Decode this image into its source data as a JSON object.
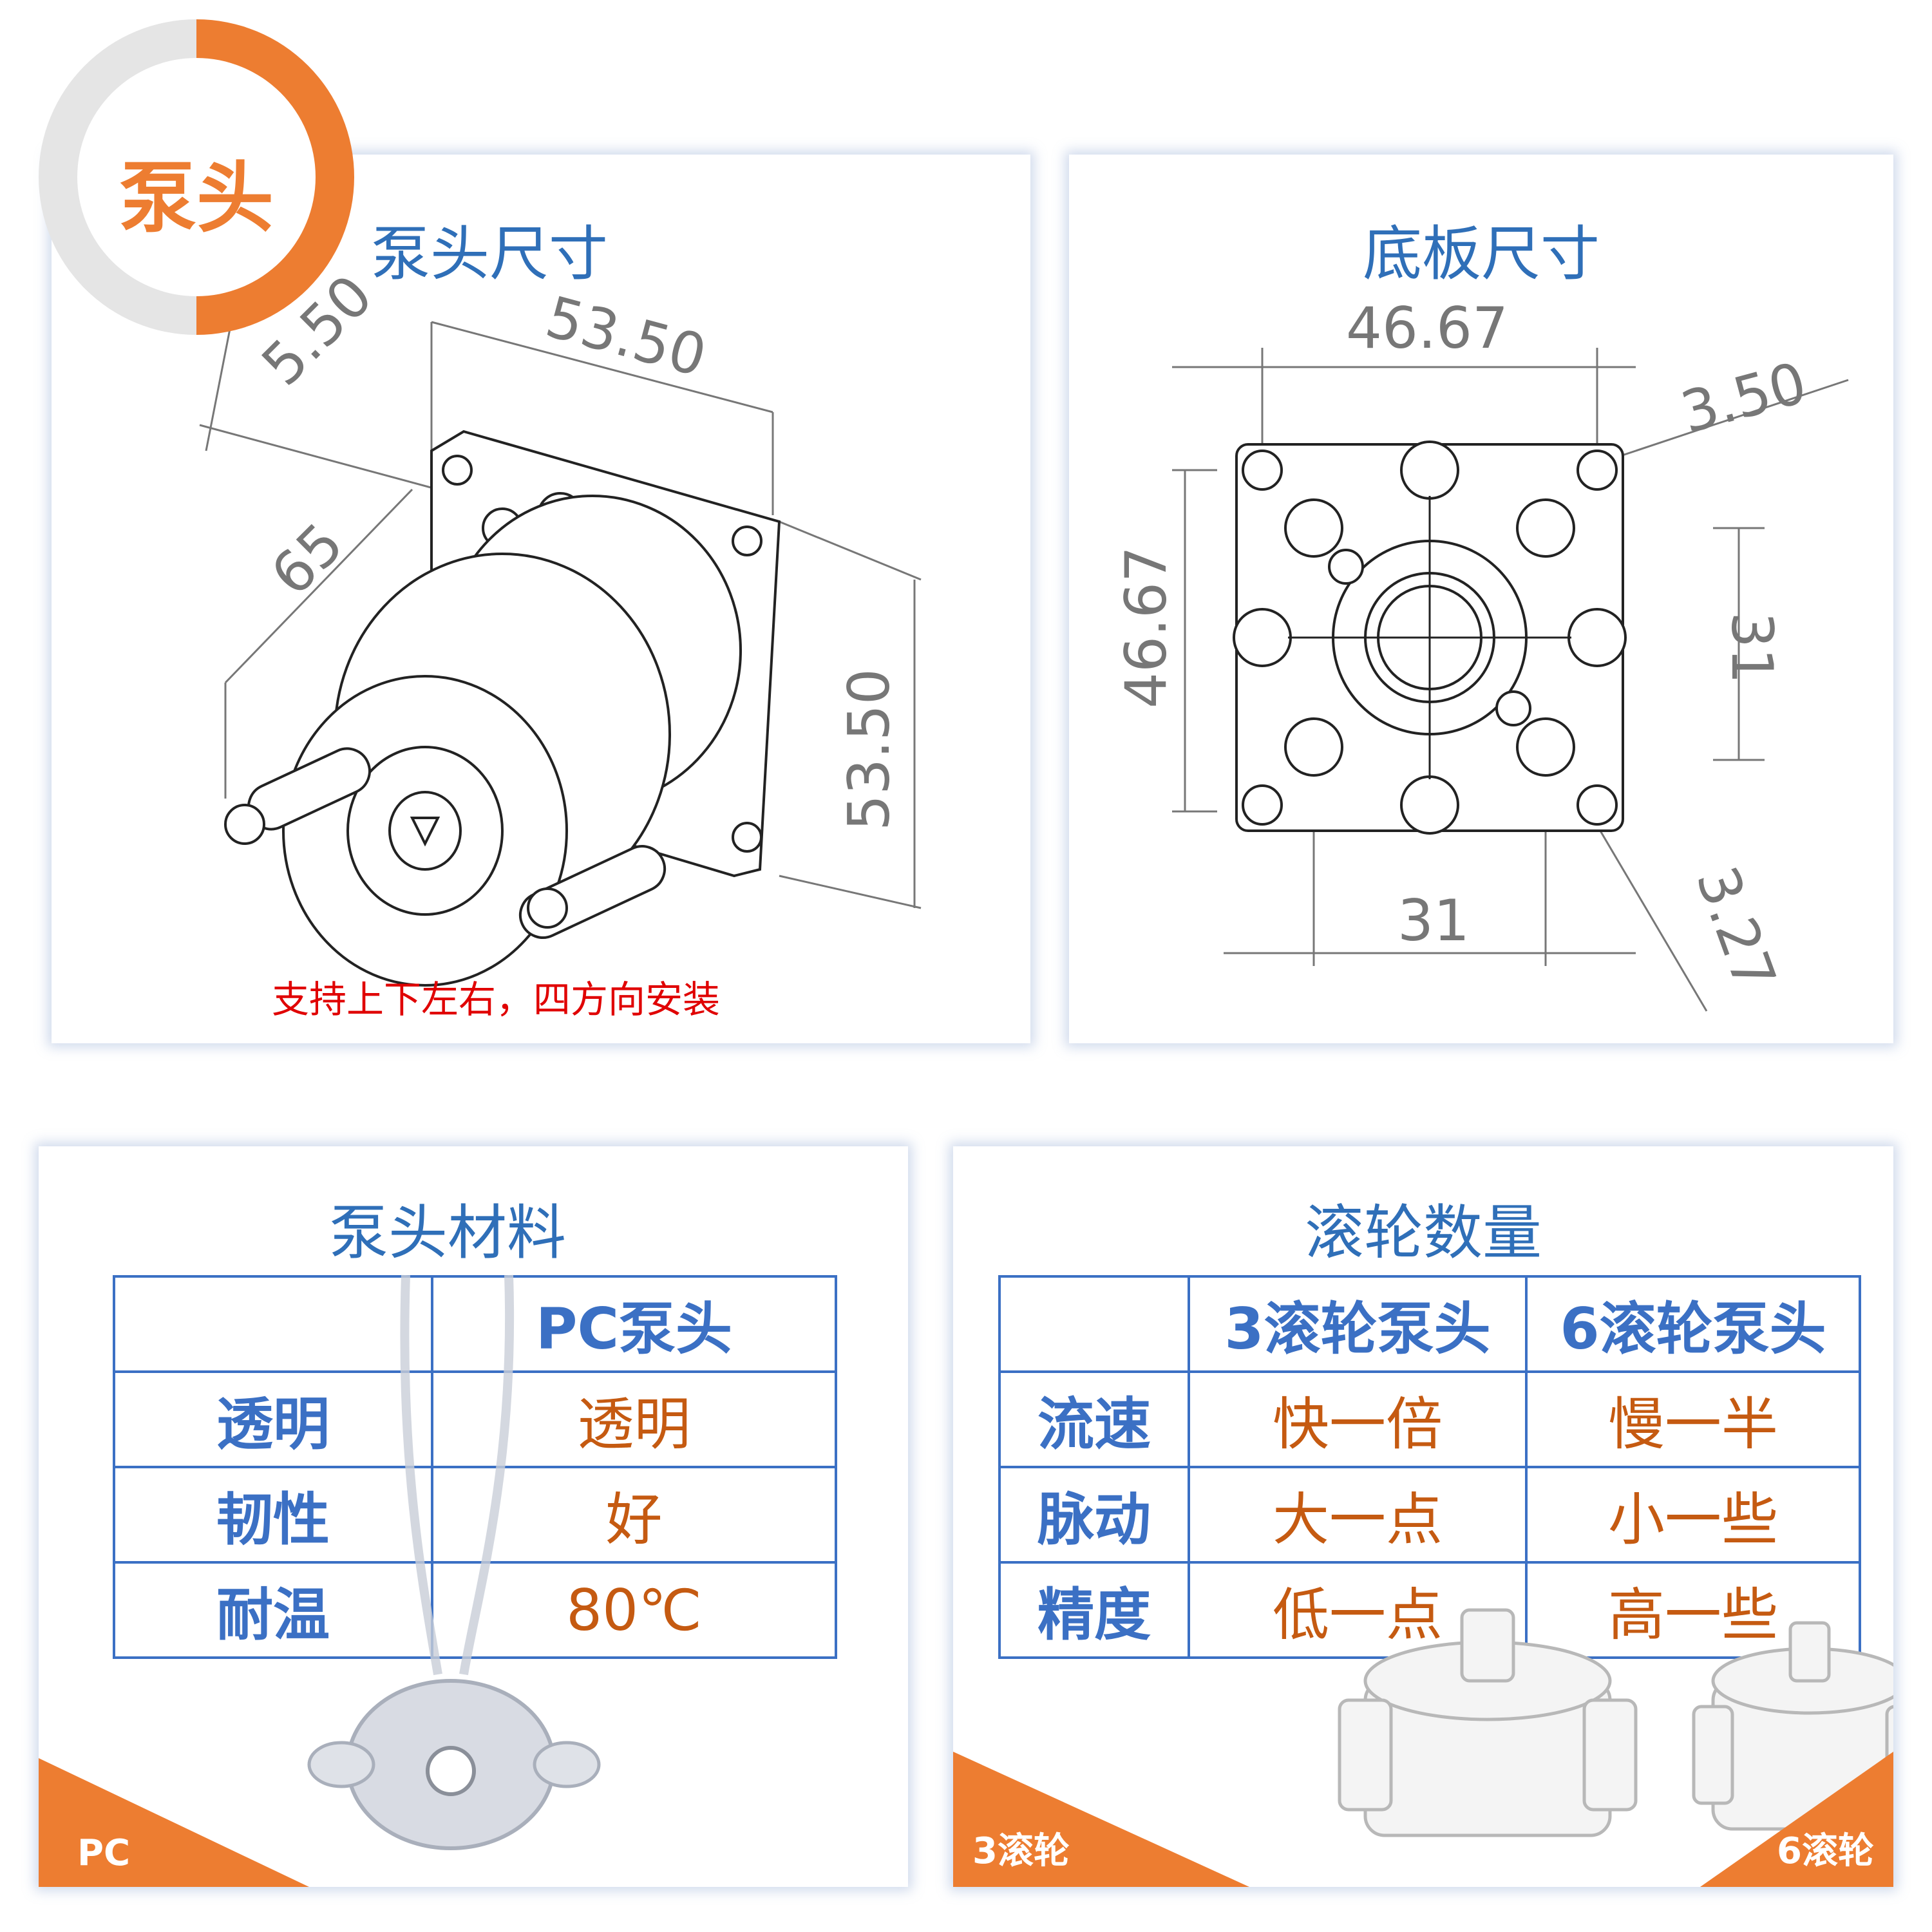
{
  "badge": {
    "label": "泵头"
  },
  "pump_dims": {
    "title": "泵头尺寸",
    "dim_top": "53.50",
    "dim_offset": "5.50",
    "dim_depth": "65",
    "dim_height": "53.50",
    "note": "支持上下左右，四方向安装"
  },
  "base_dims": {
    "title": "底板尺寸",
    "dim_width": "46.67",
    "dim_height": "46.67",
    "dim_hole_large": "3.50",
    "dim_hole_small": "3.27",
    "dim_spacing_v": "31",
    "dim_spacing_h": "31"
  },
  "material": {
    "title": "泵头材料",
    "header": [
      "",
      "PC泵头"
    ],
    "rows": [
      {
        "label": "透明",
        "value": "透明"
      },
      {
        "label": "韧性",
        "value": "好"
      },
      {
        "label": "耐温",
        "value": "80℃"
      }
    ],
    "corner_label": "PC"
  },
  "rollers": {
    "title": "滚轮数量",
    "header": [
      "",
      "3滚轮泵头",
      "6滚轮泵头"
    ],
    "rows": [
      {
        "label": "流速",
        "v3": "快一倍",
        "v6": "慢一半"
      },
      {
        "label": "脉动",
        "v3": "大一点",
        "v6": "小一些"
      },
      {
        "label": "精度",
        "v3": "低一点",
        "v6": "高一些"
      }
    ],
    "corner_left": "3滚轮",
    "corner_right": "6滚轮"
  },
  "colors": {
    "accent": "#ed7d31",
    "title_blue": "#2f6fb8",
    "table_blue": "#3b70c4",
    "value_orange": "#c55a11"
  }
}
